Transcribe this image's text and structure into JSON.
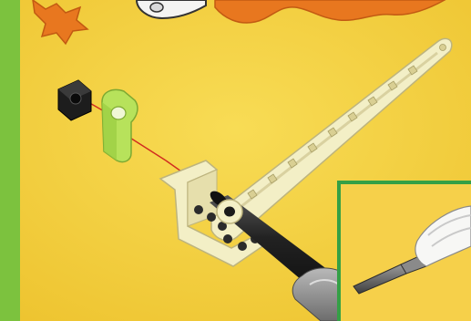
{
  "colors": {
    "background_yellow": "#f3cf3a",
    "left_strip_green": "#7cc23e",
    "top_orange_shapes": "#e8771f",
    "beam_cream": "#f3efc6",
    "lime_connector": "#b7e25b",
    "black_nut": "#1d1d1d",
    "guide_line_red": "#d12b1f",
    "inset_frame_green": "#35a045",
    "screwdriver_handle_white": "#f7f7f5",
    "shaft_gray": "#6e6e6e"
  },
  "icons": {
    "beam": "perforated-beam",
    "bracket": "u-bracket",
    "nut": "square-nut",
    "connector": "angled-connector",
    "tool": "screwdriver"
  }
}
